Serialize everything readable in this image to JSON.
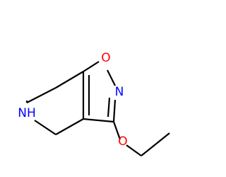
{
  "molecule": {
    "atoms": {
      "ring_oxygen": "O",
      "ring_nitrogen": "N",
      "amine": "NH",
      "ether_oxygen": "O"
    },
    "colors": {
      "bond": "#000000",
      "oxygen": "#ff0000",
      "nitrogen": "#0000ff"
    }
  }
}
